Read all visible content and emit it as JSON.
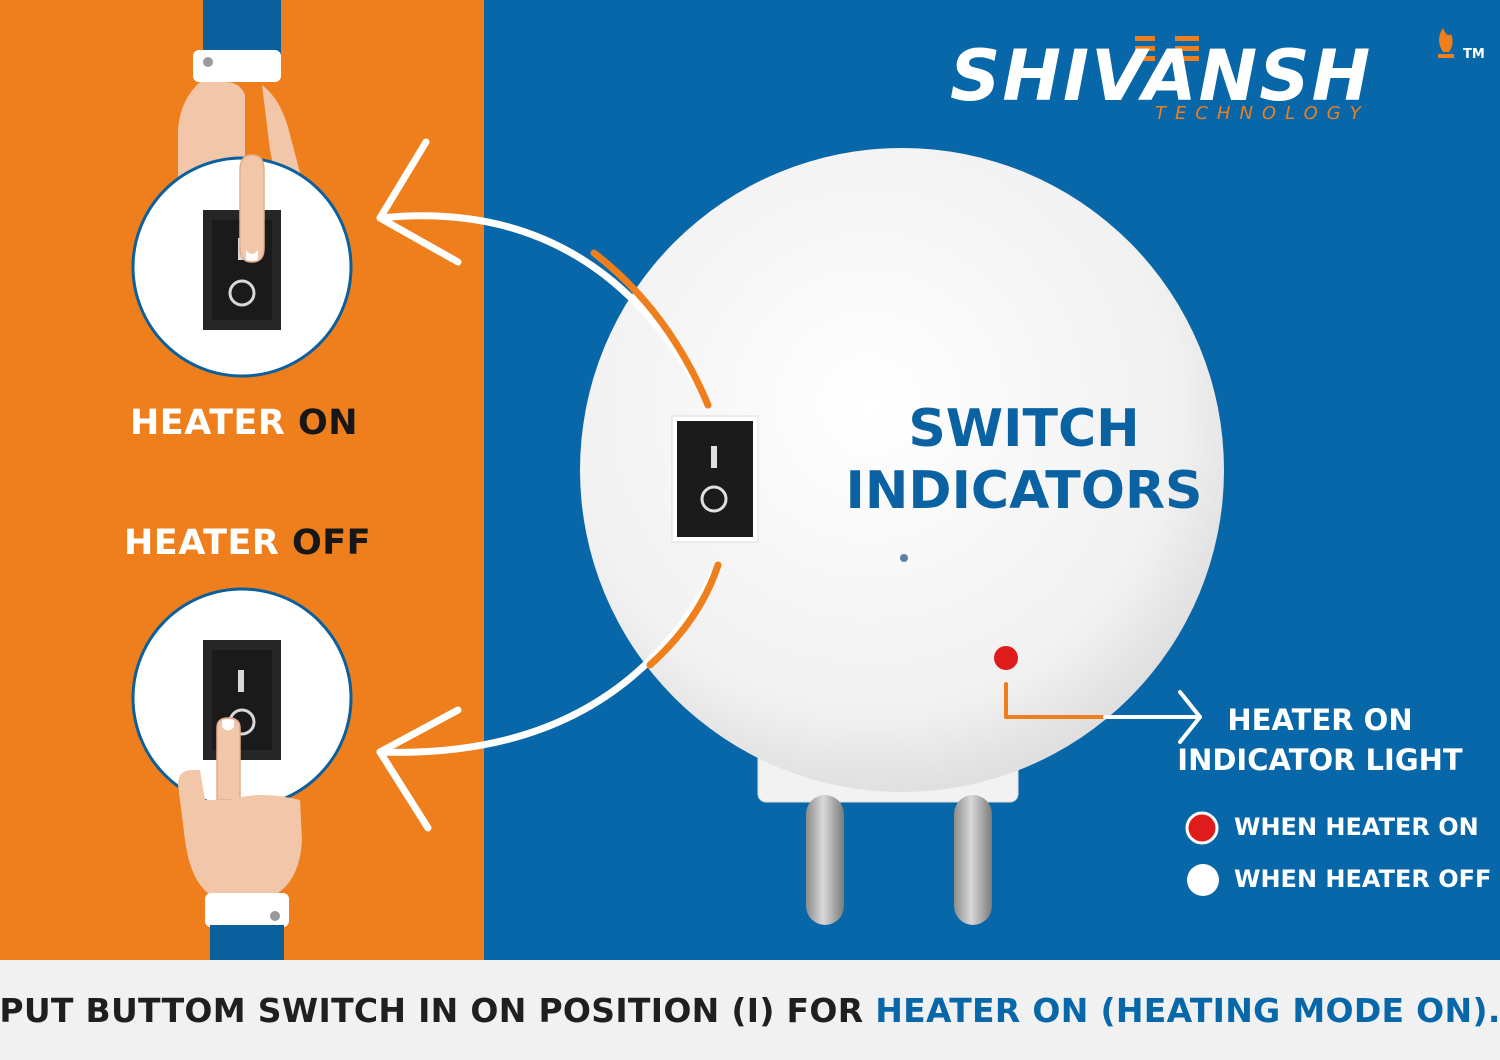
{
  "brand": {
    "name": "SHIVANSH",
    "subtitle": "TECHNOLOGY",
    "trademark": "TM"
  },
  "colors": {
    "orange": "#ee7f1c",
    "blue": "#0867a8",
    "white": "#ffffff",
    "dark": "#171717",
    "indicator_red": "#e01b1b"
  },
  "left_panel": {
    "on_label_a": "HEATER",
    "on_label_b": "ON",
    "off_label_a": "HEATER",
    "off_label_b": "OFF",
    "switch_on_mark": "I",
    "switch_off_mark": "O"
  },
  "device": {
    "title_line1": "SWITCH",
    "title_line2": "INDICATORS",
    "switch_on_mark": "I",
    "switch_off_mark": "O"
  },
  "indicator": {
    "label_line1": "HEATER ON",
    "label_line2": "INDICATOR LIGHT",
    "legend": [
      {
        "color": "#e01b1b",
        "text": "WHEN HEATER ON"
      },
      {
        "color": "#ffffff",
        "text": "WHEN HEATER OFF"
      }
    ]
  },
  "footer": {
    "text_a": "PUT BUTTOM SWITCH IN ON POSITION (I) FOR ",
    "text_b": "HEATER ON (HEATING MODE ON)."
  },
  "icons": [
    "pointing-hand-icon",
    "rocker-switch-icon",
    "curved-arrow-icon",
    "indicator-light-icon",
    "flame-icon"
  ]
}
